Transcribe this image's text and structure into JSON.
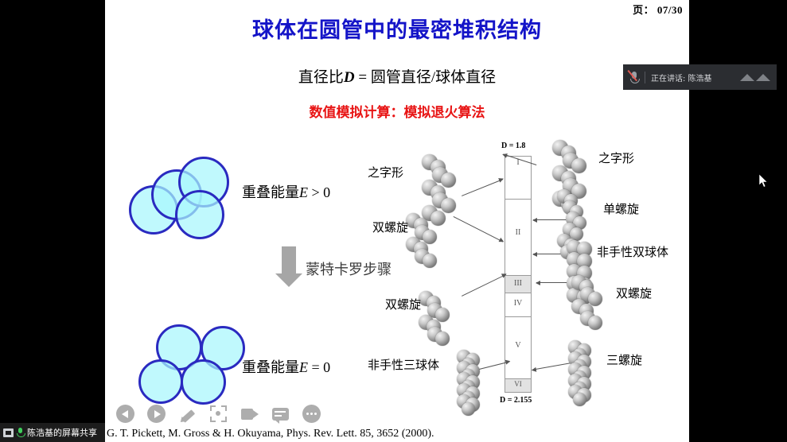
{
  "slide": {
    "page_indicator": "页： 07/30",
    "title": "球体在圆管中的最密堆积结构",
    "subtitle_formula_pre": "直径比",
    "subtitle_formula_var": "D",
    "subtitle_formula_post": " = 圆管直径/球体直径",
    "subtitle_red": "数值模拟计算：模拟退火算法",
    "citation": "G. T. Pickett, M. Gross & H. Okuyama, Phys. Rev. Lett. 85, 3652 (2000)."
  },
  "left_panel": {
    "energy_overlap_pre": "重叠能量",
    "energy_overlap_var": "E",
    "energy_overlap_post": " > 0",
    "monte_carlo_step": "蒙特卡罗步骤",
    "energy_packed_pre": "重叠能量",
    "energy_packed_var": "E",
    "energy_packed_post": " = 0",
    "circle_fill": "#a8f7fc",
    "circle_stroke": "#2a2ac0"
  },
  "phase_diagram": {
    "d_top": "D = 1.8",
    "d_bottom": "D = 2.155",
    "segments": [
      {
        "roman": "I"
      },
      {
        "roman": "II"
      },
      {
        "roman": "III"
      },
      {
        "roman": "IV"
      },
      {
        "roman": "V"
      },
      {
        "roman": "VI"
      }
    ],
    "labels": {
      "zigzag_left": "之字形",
      "zigzag_right": "之字形",
      "double_helix_upper": "双螺旋",
      "double_helix_lower": "双螺旋",
      "single_helix": "单螺旋",
      "achiral_double": "非手性双球体",
      "double_helix_right": "双螺旋",
      "achiral_triple": "非手性三球体",
      "triple_helix": "三螺旋"
    }
  },
  "toolbar": {
    "items": [
      {
        "name": "previous-slide",
        "icon": "chevron-left-icon"
      },
      {
        "name": "next-slide",
        "icon": "play-icon"
      },
      {
        "name": "annotate",
        "icon": "pen-icon"
      },
      {
        "name": "spotlight",
        "icon": "laser-pointer-icon"
      },
      {
        "name": "record",
        "icon": "video-camera-icon"
      },
      {
        "name": "chat",
        "icon": "chat-bubble-icon"
      },
      {
        "name": "more-options",
        "icon": "ellipsis-icon"
      }
    ]
  },
  "zoom_chrome": {
    "speaker_label": "正在讲话: 陈浩基",
    "share_label": "陈浩基的屏幕共享"
  }
}
